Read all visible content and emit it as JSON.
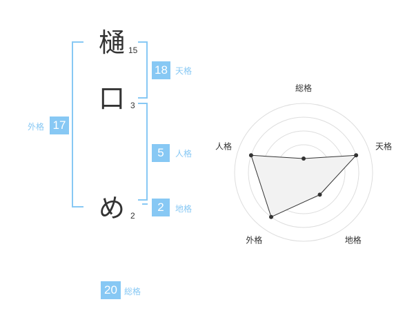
{
  "name": {
    "chars": [
      {
        "char": "樋",
        "strokes": "15"
      },
      {
        "char": "口",
        "strokes": "3"
      },
      {
        "char": "め",
        "strokes": "2"
      }
    ]
  },
  "kaku": {
    "tenkaku": {
      "value": "18",
      "label": "天格"
    },
    "jinkaku": {
      "value": "5",
      "label": "人格"
    },
    "chikaku": {
      "value": "2",
      "label": "地格"
    },
    "gaikaku": {
      "value": "17",
      "label": "外格"
    },
    "soukaku": {
      "value": "20",
      "label": "総格"
    }
  },
  "colors": {
    "accent": "#87c8f4",
    "text": "#333333",
    "radar_fill": "#f2f2f2",
    "radar_grid": "#dddddd"
  },
  "chart_data": {
    "type": "radar",
    "axes": [
      "総格",
      "天格",
      "地格",
      "外格",
      "人格"
    ],
    "values": [
      1,
      4,
      2,
      4,
      4
    ],
    "max": 5
  }
}
